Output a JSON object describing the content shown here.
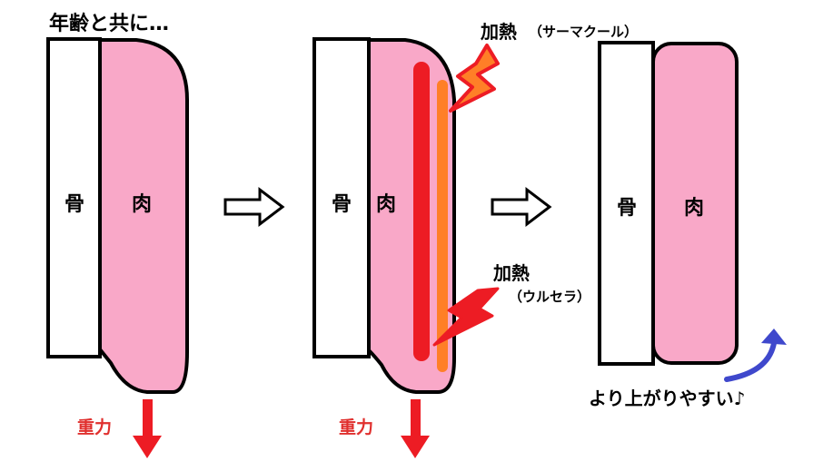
{
  "header": {
    "title": "年齢と共に…"
  },
  "labels": {
    "bone": "骨",
    "meat": "肉",
    "gravity": "重力",
    "heat_label": "加熱",
    "heat_thermacool": "（サーマクール）",
    "heat_ulthera": "（ウルセラ）",
    "lift_caption": "より上がりやすい♪"
  },
  "colors": {
    "meat": "#f9a8c8",
    "outline": "#000000",
    "bone": "#ffffff",
    "deep_heat": "#ed1c24",
    "surface_heat": "#ff7f27",
    "lightning": "#ed1c24",
    "lightning_orange": "#ff7f27",
    "gravity_text": "#e0302e",
    "gravity_arrow": "#ed1c24",
    "lift_arrow": "#3f48cc"
  },
  "icons": {
    "step_arrow": "outline-right-arrow",
    "gravity": "down-arrow",
    "lift": "curved-up-arrow",
    "heat": "lightning-bolt"
  }
}
